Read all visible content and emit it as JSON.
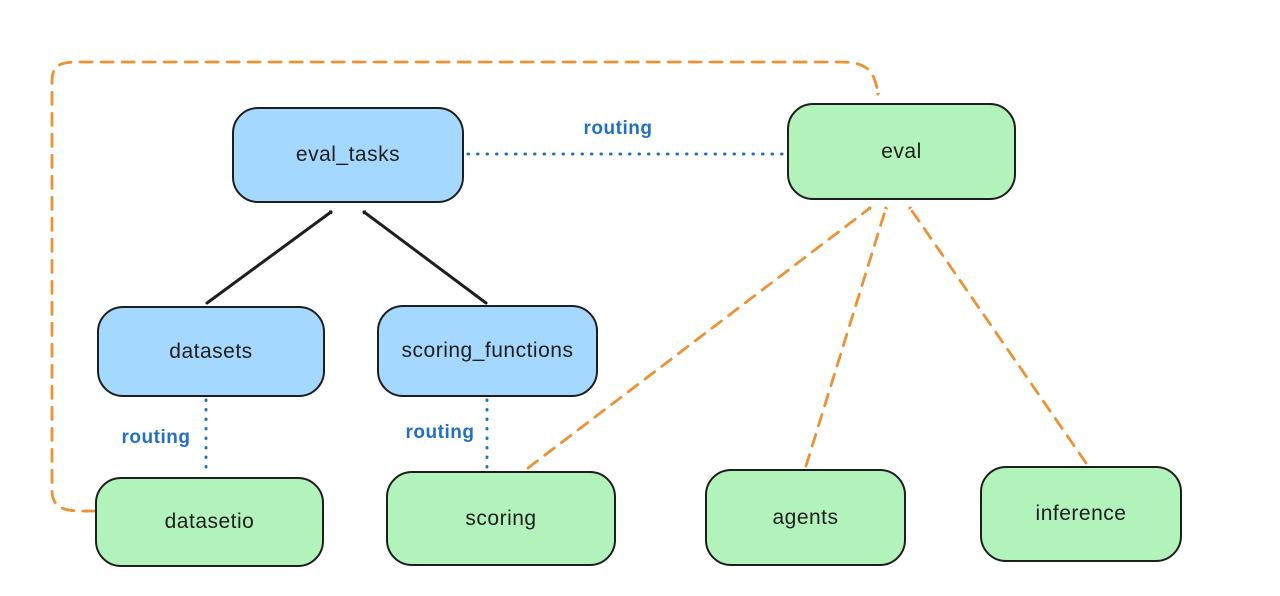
{
  "diagram": {
    "nodes": [
      {
        "id": "eval_tasks",
        "label": "eval_tasks",
        "fill": "#a5d8ff"
      },
      {
        "id": "eval",
        "label": "eval",
        "fill": "#b2f2bb"
      },
      {
        "id": "datasets",
        "label": "datasets",
        "fill": "#a5d8ff"
      },
      {
        "id": "scoring_functions",
        "label": "scoring_functions",
        "fill": "#a5d8ff"
      },
      {
        "id": "datasetio",
        "label": "datasetio",
        "fill": "#b2f2bb"
      },
      {
        "id": "scoring",
        "label": "scoring",
        "fill": "#b2f2bb"
      },
      {
        "id": "agents",
        "label": "agents",
        "fill": "#b2f2bb"
      },
      {
        "id": "inference",
        "label": "inference",
        "fill": "#b2f2bb"
      }
    ],
    "edges": [
      {
        "from": "datasets",
        "to": "eval_tasks",
        "style": "solid-arrow",
        "label": ""
      },
      {
        "from": "scoring_functions",
        "to": "eval_tasks",
        "style": "solid-arrow",
        "label": ""
      },
      {
        "from": "eval_tasks",
        "to": "eval",
        "style": "dotted",
        "label": "routing"
      },
      {
        "from": "datasets",
        "to": "datasetio",
        "style": "dotted",
        "label": "routing"
      },
      {
        "from": "scoring_functions",
        "to": "scoring",
        "style": "dotted",
        "label": "routing"
      },
      {
        "from": "datasetio",
        "to": "eval",
        "style": "dashed-arrow",
        "label": ""
      },
      {
        "from": "scoring",
        "to": "eval",
        "style": "dashed-arrow",
        "label": ""
      },
      {
        "from": "agents",
        "to": "eval",
        "style": "dashed-arrow",
        "label": ""
      },
      {
        "from": "inference",
        "to": "eval",
        "style": "dashed-arrow",
        "label": ""
      }
    ],
    "colors": {
      "node_stroke": "#1e1e1e",
      "blue_fill": "#a5d8ff",
      "green_fill": "#b2f2bb",
      "routing_blue": "#2270c4",
      "dashed_orange": "#ec9235",
      "solid_black": "#1e1e1e",
      "background": "#ffffff"
    }
  }
}
